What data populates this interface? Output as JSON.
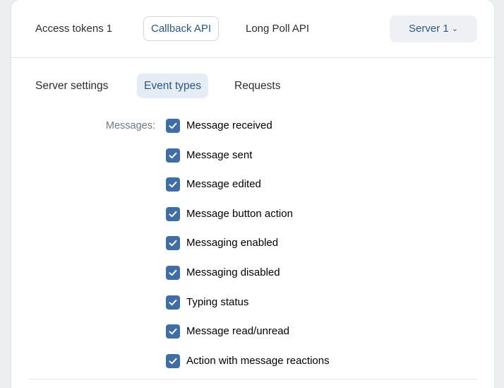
{
  "top_tabs": [
    {
      "label": "Access tokens",
      "count": "1"
    },
    {
      "label": "Callback API"
    },
    {
      "label": "Long Poll API"
    }
  ],
  "server_select": {
    "value": "Server 1",
    "icon": "chevron-down-icon"
  },
  "sub_tabs": [
    {
      "label": "Server settings"
    },
    {
      "label": "Event types"
    },
    {
      "label": "Requests"
    }
  ],
  "events": {
    "group_label": "Messages:",
    "items": [
      {
        "label": "Message received",
        "checked": true
      },
      {
        "label": "Message sent",
        "checked": true
      },
      {
        "label": "Message edited",
        "checked": true
      },
      {
        "label": "Message button action",
        "checked": true
      },
      {
        "label": "Messaging enabled",
        "checked": true
      },
      {
        "label": "Messaging disabled",
        "checked": true
      },
      {
        "label": "Typing status",
        "checked": true
      },
      {
        "label": "Message read/unread",
        "checked": true
      },
      {
        "label": "Action with message reactions",
        "checked": true
      }
    ]
  },
  "colors": {
    "accent": "#2a5885",
    "checkbox": "#3f6ea6",
    "active_subtab_bg": "#e5ecf4"
  }
}
